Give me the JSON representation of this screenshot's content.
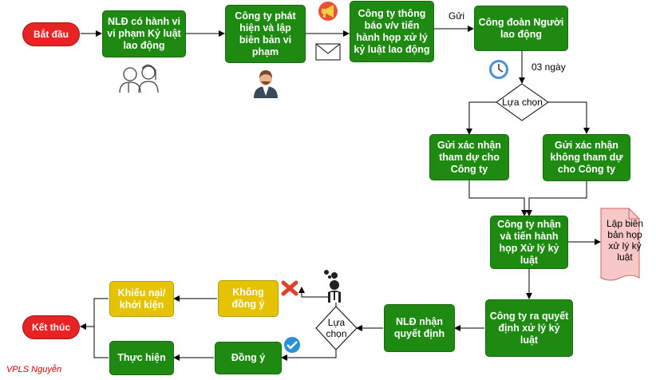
{
  "nodes": {
    "start": "Bắt đầu",
    "violation": "NLĐ có hành vi vi phạm Kỷ luật lao động",
    "company_detect": "Công ty phát hiện và lập biên bản vi phạm",
    "company_notify": "Công ty thông báo v/v tiến hành họp xử lý kỷ luật lao động",
    "union_worker": "Công đoàn Người lao động",
    "choice_top": "Lựa chọn",
    "confirm_attend": "Gửi xác nhận tham dự cho Công ty",
    "confirm_not_attend": "Gửi xác nhận không tham dự cho Công ty",
    "company_meeting": "Công ty nhận và tiến hành họp Xử lý kỷ luật",
    "minutes_doc": "Lập biên bản họp xử lý kỷ luật",
    "company_decision": "Công ty ra quyết định xử lý kỷ luật",
    "worker_receive": "NLĐ nhận quyết định",
    "choice_bottom": "Lựa chọn",
    "disagree": "Không đồng ý",
    "agree": "Đồng ý",
    "complaint": "Khiếu nại/ khởi kiện",
    "execute": "Thực hiện",
    "end": "Kết thúc"
  },
  "labels": {
    "send": "Gửi",
    "three_days": "03 ngày"
  },
  "credit": "VPLS Nguyễn",
  "icons": [
    "two-people-icon",
    "man-avatar-icon",
    "megaphone-icon",
    "envelope-icon",
    "clock-icon",
    "person-thinking-icon",
    "red-x-icon",
    "blue-check-icon"
  ],
  "colors": {
    "process": "#1f8a12",
    "decision_outcome": "#e6c300",
    "terminal": "#e82323",
    "document": "#f8c8c8"
  }
}
